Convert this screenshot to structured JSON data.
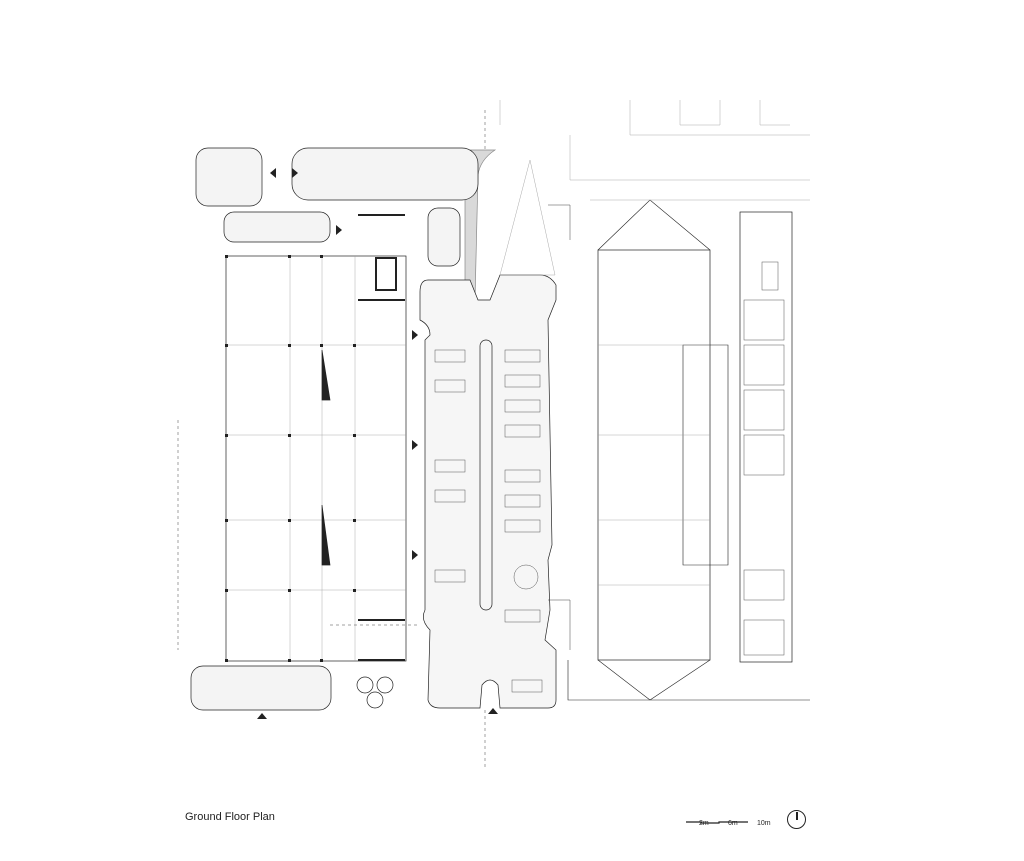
{
  "drawing": {
    "title": "Ground Floor Plan",
    "scale_bar": {
      "labels": [
        "2m",
        "6m",
        "10m"
      ]
    },
    "north_arrow": "north-arrow-icon"
  },
  "colors": {
    "line": "#222222",
    "fill_grey": "#d9d9d9",
    "light_line": "#999999"
  }
}
